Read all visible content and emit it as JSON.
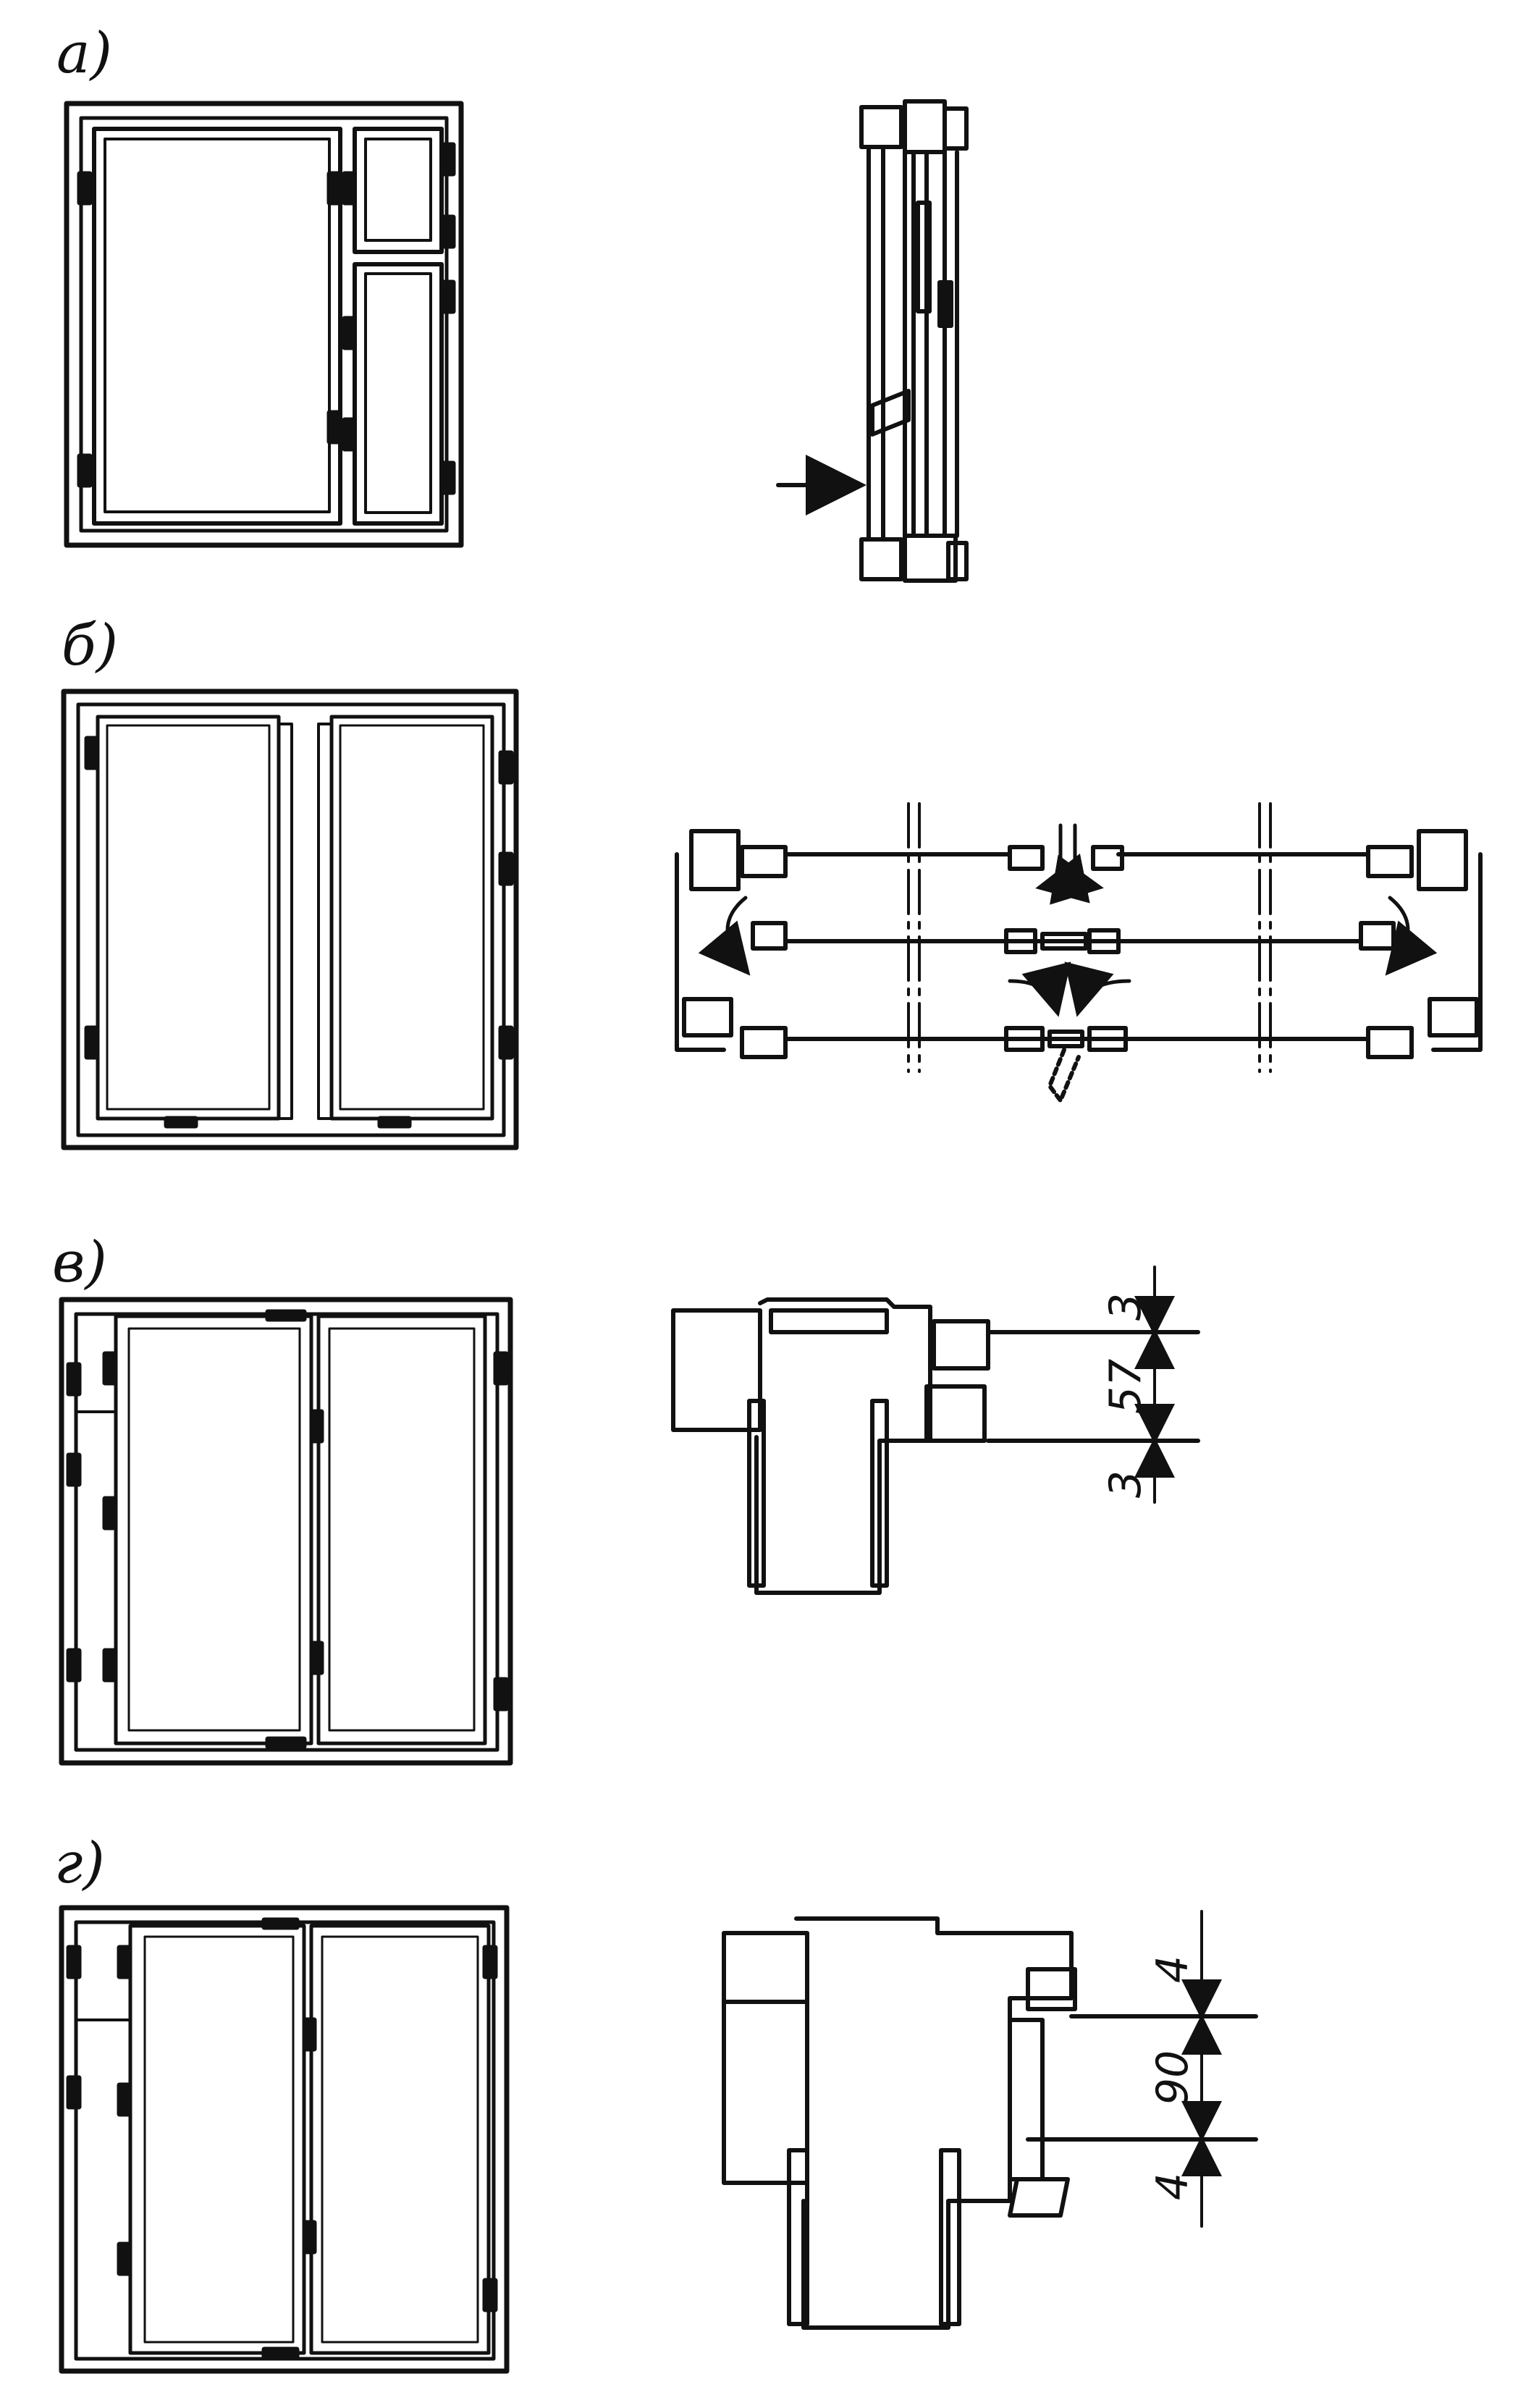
{
  "figure": {
    "panels": [
      {
        "id": "a",
        "label": "а)",
        "description": "elevation-and-section"
      },
      {
        "id": "b",
        "label": "б)",
        "description": "elevation-and-plan-airflow"
      },
      {
        "id": "v",
        "label": "в)",
        "description": "elevation-and-section-dims",
        "dims": [
          "3",
          "57",
          "3"
        ]
      },
      {
        "id": "g",
        "label": "г)",
        "description": "elevation-and-section-dims",
        "dims": [
          "4",
          "90",
          "4"
        ]
      }
    ]
  },
  "style": {
    "ink": "#111111",
    "paper": "#ffffff"
  }
}
